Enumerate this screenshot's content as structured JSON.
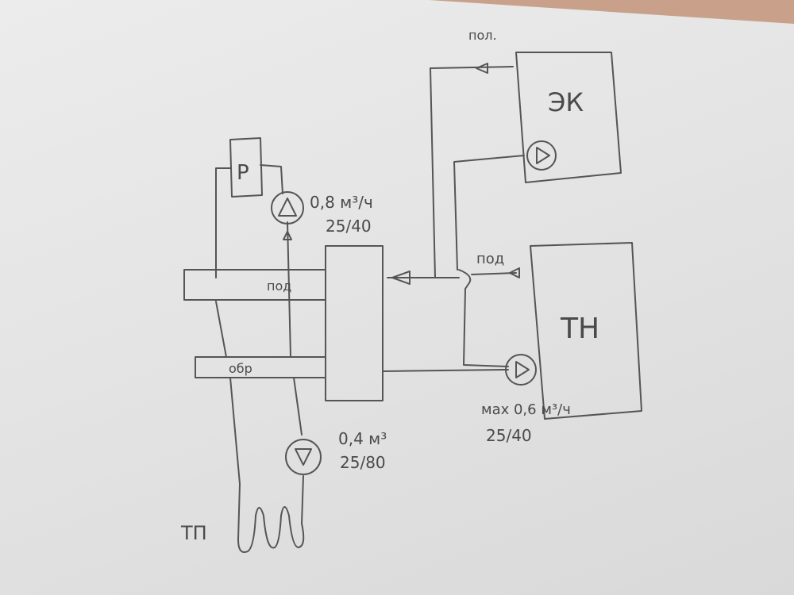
{
  "labels": {
    "top_supply": "пол.",
    "box_ek": "ЭК",
    "box_p": "Р",
    "box_tn": "ТН",
    "pipe_supply": "под",
    "pipe_return": "обр",
    "supply_from_tn": "под",
    "floor_heating": "ТП"
  },
  "pumps": {
    "radiator_pump": {
      "flow": "0,8 м³/ч",
      "model": "25/40"
    },
    "floor_pump": {
      "flow": "0,4 м³",
      "model": "25/80"
    },
    "tn_pump": {
      "flow": "мах 0,6 м³/ч",
      "model": "25/40"
    }
  },
  "colors": {
    "paper": "#e4e4e4",
    "pencil": "#555555",
    "table": "#c9a18a"
  }
}
